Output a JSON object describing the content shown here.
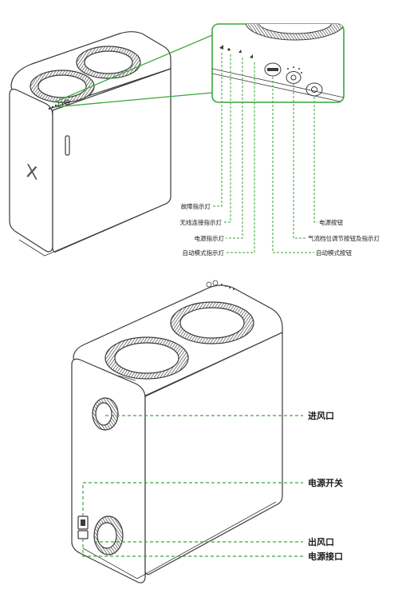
{
  "colors": {
    "leader": "#3aa63a",
    "outline": "#3a3a3a",
    "background": "#ffffff"
  },
  "device": {
    "front_logo_glyph": "X"
  },
  "top_panel_labels": {
    "fault_indicator": "故障指示灯",
    "wireless_indicator": "无线连接指示灯",
    "power_indicator": "电源指示灯",
    "auto_mode_indicator": "自动模式指示灯",
    "power_button": "电源按钮",
    "airflow_button": "气流档位调节按钮及指示灯",
    "auto_mode_button": "自动模式按钮"
  },
  "rear_labels": {
    "air_inlet": "进风口",
    "power_switch": "电源开关",
    "air_outlet": "出风口",
    "power_port": "电源接口"
  }
}
